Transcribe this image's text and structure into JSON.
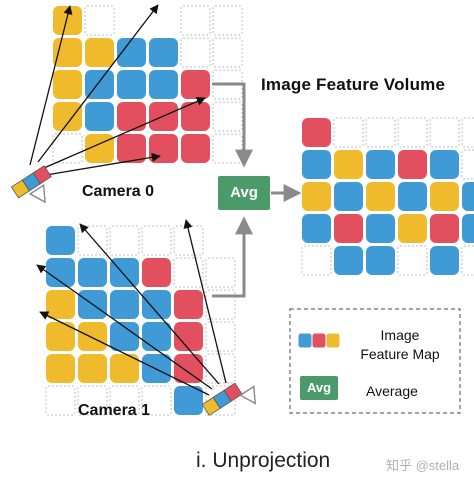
{
  "title": "Image Feature Volume",
  "camera0_label": "Camera 0",
  "camera1_label": "Camera 1",
  "avg_label": "Avg",
  "caption": "i. Unprojection",
  "legend": {
    "feature_map_label": "Image Feature Map",
    "feature_map_line1": "Image",
    "feature_map_line2": "Feature Map",
    "avg_badge": "Avg",
    "average_label": "Average"
  },
  "watermark": "知乎 @stella",
  "colors": {
    "blue": "#3f9ad6",
    "red": "#e2505f",
    "yellow": "#efbb2c",
    "green": "#4c9a6a",
    "empty_border": "#bdbdbd",
    "arrow": "#8a8a8a"
  },
  "grids": {
    "camera0": [
      "YE..EE",
      "YYBBEE",
      "YBBBRE",
      "YBRRRE",
      "EYRRRE"
    ],
    "camera1": [
      "BEEEE",
      "BBBREE",
      "YBBBRE",
      "YYBBRE",
      "YYYBRE",
      "EEEEBE"
    ],
    "volume": [
      "REEEEE",
      "BYBRBE",
      "YBYBYB",
      "BRBYRB",
      "EBBEBE"
    ]
  }
}
